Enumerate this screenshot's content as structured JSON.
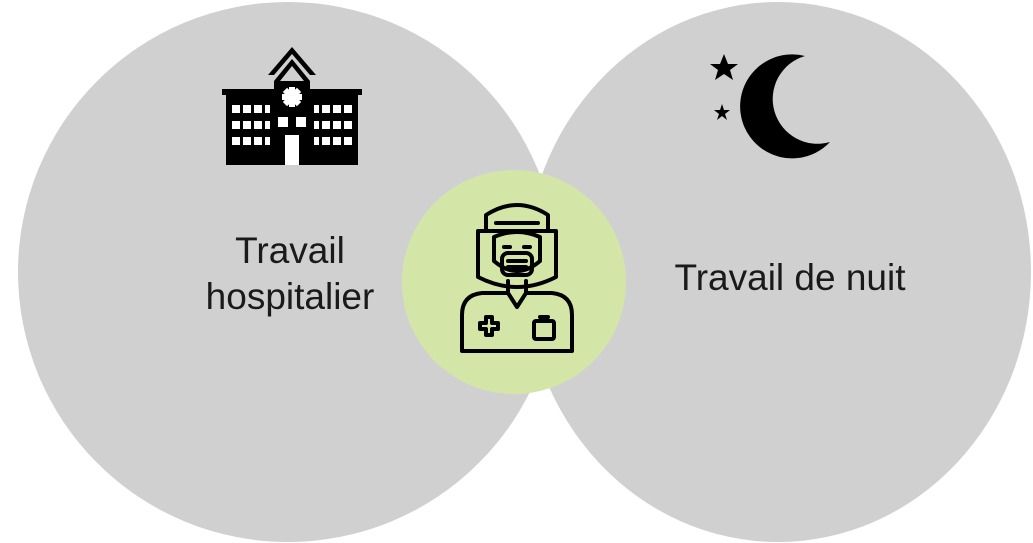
{
  "diagram": {
    "left": {
      "label_line1": "Travail",
      "label_line2": "hospitalier",
      "icon": "hospital-icon"
    },
    "right": {
      "label": "Travail de nuit",
      "icon": "moon-stars-icon"
    },
    "center": {
      "icon": "healthcare-worker-icon"
    }
  },
  "colors": {
    "circle_gray": "#d0d0d0",
    "center_green": "#d4e6a7",
    "icon_black": "#000000",
    "text": "#1a1a1a"
  }
}
